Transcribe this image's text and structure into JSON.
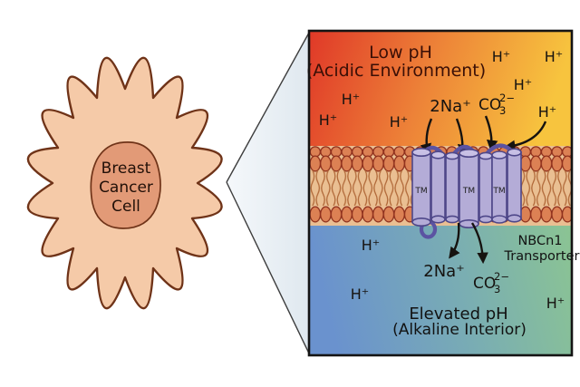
{
  "diagram": {
    "cell": {
      "label_lines": [
        "Breast",
        "Cancer",
        "Cell"
      ]
    },
    "extracellular": {
      "title": "Low pH",
      "subtitle": "(Acidic Environment)"
    },
    "intracellular": {
      "title": "Elevated pH",
      "subtitle": "(Alkaline Interior)"
    },
    "ions": {
      "h_plus": "H⁺",
      "sodium": "2Na⁺",
      "carbonate_main": "CO",
      "carbonate_sup": "2−",
      "carbonate_sub": "3"
    },
    "transporter": {
      "name_line1": "NBCn1",
      "name_line2": "Transporter",
      "tm_label": "TM"
    },
    "colors": {
      "acidic_left": "#e03928",
      "acidic_right": "#f7c43e",
      "alkaline_left": "#6a92ce",
      "alkaline_right": "#8bc493",
      "membrane_head": "#dc8154",
      "membrane_head_stroke": "#8e2f1c",
      "membrane_tail_bg": "#eabf92",
      "helix_fill": "#b4acd7",
      "helix_cap": "#c8c0e5",
      "helix_stroke": "#4e4789",
      "loop_purple": "#5b53a2",
      "cell_fill": "#f5caa8",
      "nucleus_fill": "#e29a77",
      "cell_outline": "#6f3318",
      "acid_title_text": "#3a0f06",
      "ink": "#161310"
    }
  }
}
